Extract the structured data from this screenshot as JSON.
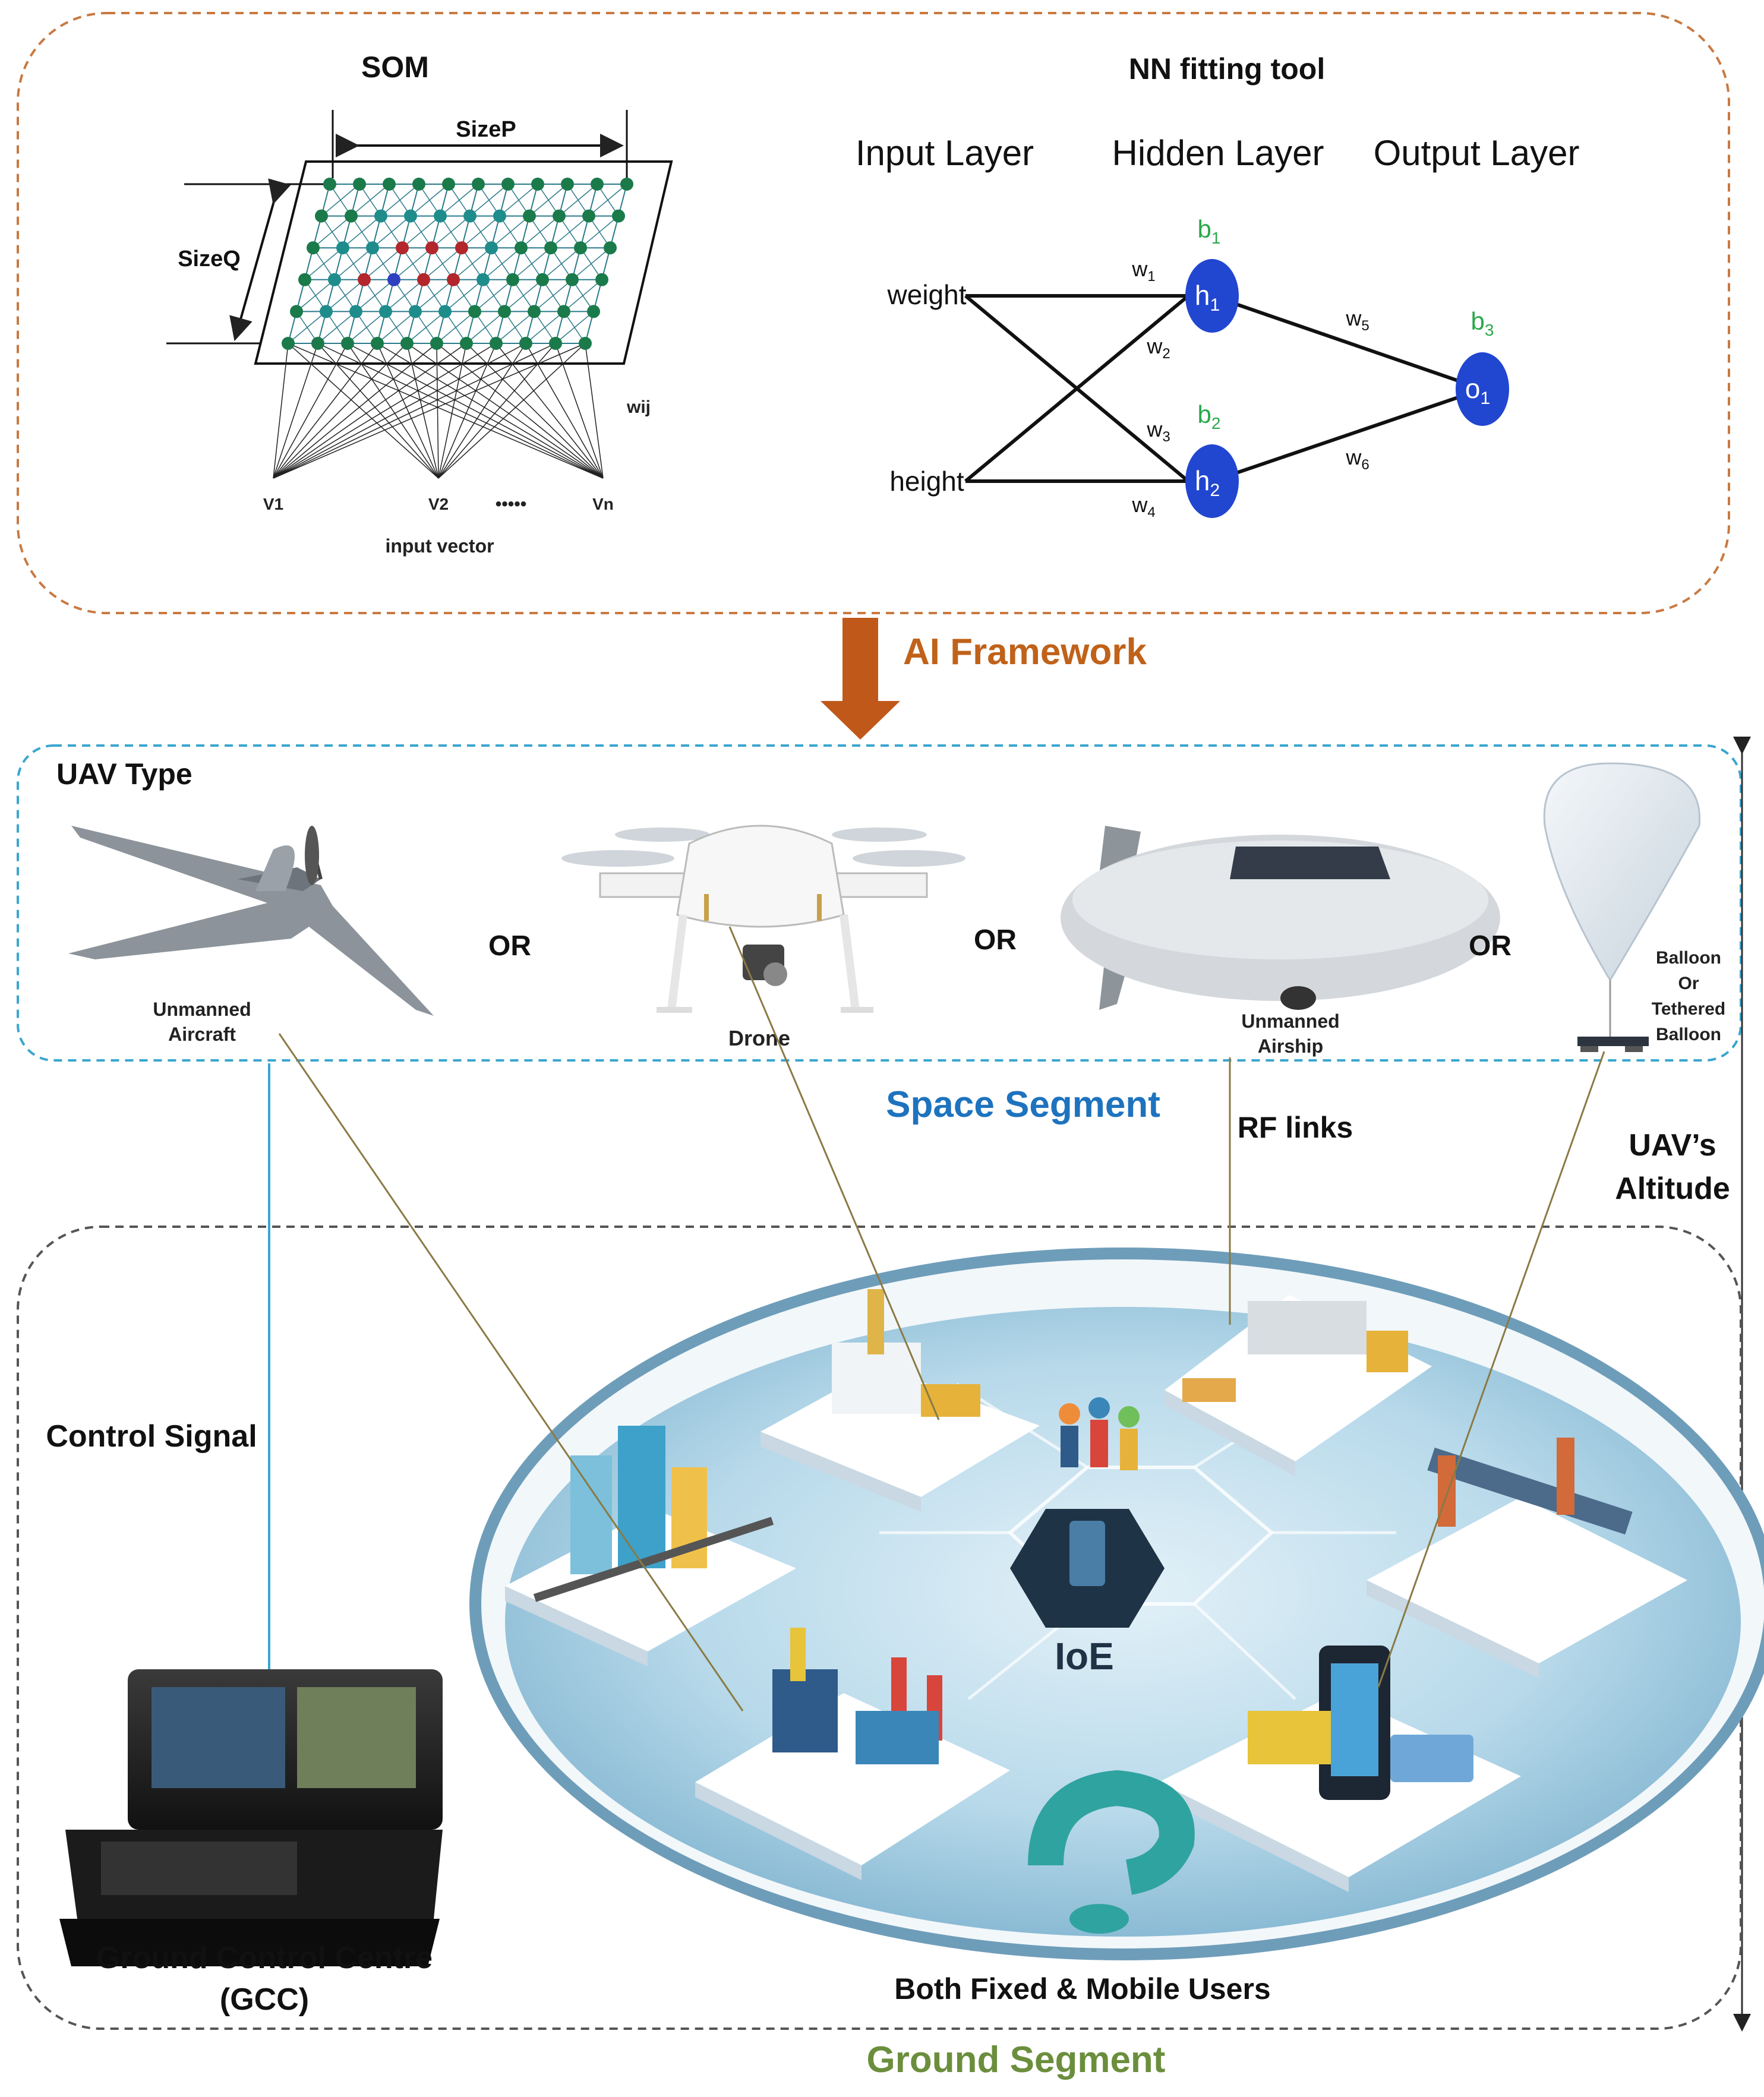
{
  "colors": {
    "ai_frame_border": "#c87941",
    "space_frame_border": "#3aa6cf",
    "ground_frame_border": "#555555",
    "ai_framework_text": "#c0621a",
    "space_segment_text": "#1e73be",
    "ground_segment_text": "#6b8e3c",
    "node_green": "#1b7a4a",
    "node_teal": "#1f8c8c",
    "node_red": "#b3262b",
    "node_blue": "#2e3fbf",
    "neuron_blue": "#2146d0",
    "bias_green": "#2aa84a",
    "arrow_brown": "#c0581a"
  },
  "som": {
    "title": "SOM",
    "size_p": "SizeP",
    "size_q": "SizeQ",
    "weight_label": "wij",
    "v1": "V1",
    "v2": "V2",
    "dots": "•••••",
    "vn": "Vn",
    "input_vector": "input vector"
  },
  "nn": {
    "title": "NN fitting tool",
    "input_layer": "Input Layer",
    "hidden_layer": "Hidden Layer",
    "output_layer": "Output Layer",
    "input_weight": "weight",
    "input_height": "height",
    "h1": "h",
    "h1_sub": "1",
    "h2": "h",
    "h2_sub": "2",
    "o1": "o",
    "o1_sub": "1",
    "b1": "b",
    "b1_sub": "1",
    "b2": "b",
    "b2_sub": "2",
    "b3": "b",
    "b3_sub": "3",
    "w1": "w",
    "w1_sub": "1",
    "w2": "w",
    "w2_sub": "2",
    "w3": "w",
    "w3_sub": "3",
    "w4": "w",
    "w4_sub": "4",
    "w5": "w",
    "w5_sub": "5",
    "w6": "w",
    "w6_sub": "6"
  },
  "ai_framework": "AI Framework",
  "uav": {
    "type_label": "UAV Type",
    "or1": "OR",
    "or2": "OR",
    "or3": "OR",
    "aircraft_l1": "Unmanned",
    "aircraft_l2": "Aircraft",
    "drone": "Drone",
    "airship_l1": "Unmanned",
    "airship_l2": "Airship",
    "balloon_l1": "Balloon",
    "balloon_l2": "Or",
    "balloon_l3": "Tethered",
    "balloon_l4": "Balloon"
  },
  "space_segment": "Space Segment",
  "rf_links": "RF links",
  "altitude_l1": "UAV’s",
  "altitude_l2": "Altitude",
  "control_signal": "Control Signal",
  "gcc_l1": "Ground Control Centre",
  "gcc_l2": "(GCC)",
  "ioe": "IoE",
  "users": "Both Fixed & Mobile Users",
  "ground_segment": "Ground Segment"
}
